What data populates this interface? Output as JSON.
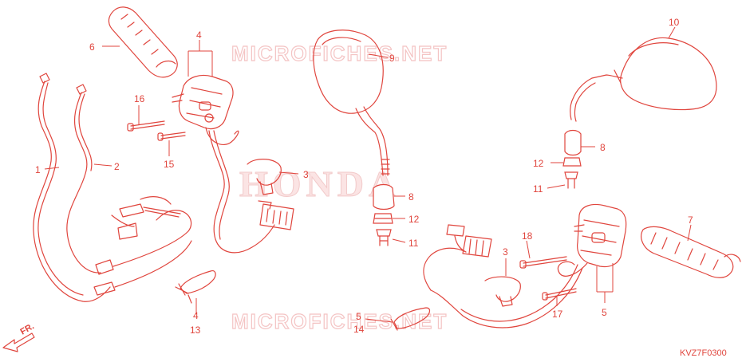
{
  "watermark": {
    "top": "MICROFICHES.NET",
    "bottom": "MICROFICHES.NET",
    "brand": "HONDA"
  },
  "diagram_code": "KVZ7F0300",
  "direction_label": "FR.",
  "callouts": {
    "c1": "1",
    "c2": "2",
    "c3a": "3",
    "c3b": "3",
    "c4a": "4",
    "c4b": "4",
    "c5a": "5",
    "c5b": "5",
    "c6": "6",
    "c7": "7",
    "c8a": "8",
    "c8b": "8",
    "c9": "9",
    "c10": "10",
    "c11a": "11",
    "c11b": "11",
    "c12a": "12",
    "c12b": "12",
    "c13": "13",
    "c14": "14",
    "c15": "15",
    "c16": "16",
    "c17": "17",
    "c18": "18"
  },
  "colors": {
    "line": "#e0453d",
    "watermark": "#f4c4c4"
  }
}
